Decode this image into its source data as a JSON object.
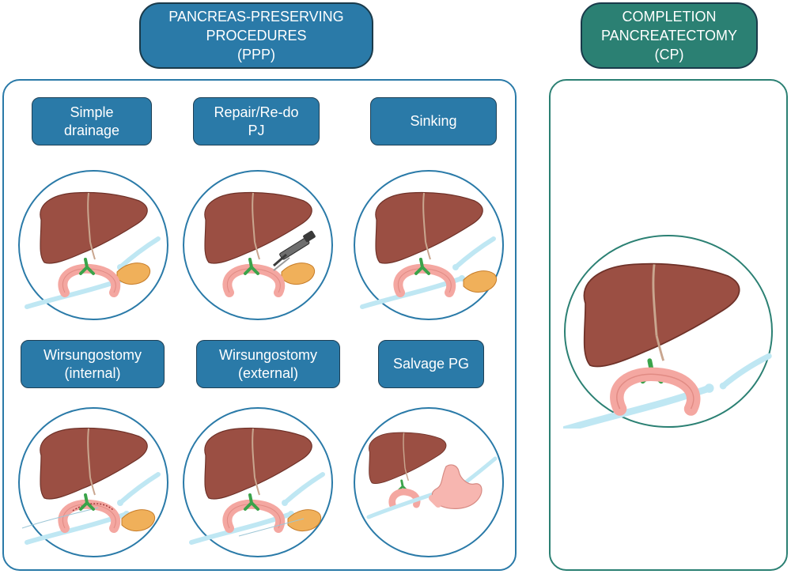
{
  "colors": {
    "ppp_blue": "#2a7aa8",
    "cp_teal": "#2b8073",
    "liver": "#9b4f43",
    "pancreas": "#f0b05a",
    "jejunum": "#f4a7a1",
    "drain": "#bfe7f3",
    "bile_duct": "#3aa34a"
  },
  "ppp": {
    "header": {
      "line1": "PANCREAS-PRESERVING",
      "line2": "PROCEDURES",
      "line3": "(PPP)"
    },
    "procedures": [
      {
        "line1": "Simple",
        "line2": "drainage",
        "icon": "liver-drainage-icon"
      },
      {
        "line1": "Repair/Re-do",
        "line2": "PJ",
        "icon": "liver-stapler-repair-icon"
      },
      {
        "line1": "Sinking",
        "line2": "",
        "icon": "liver-sinking-icon"
      },
      {
        "line1": "Wirsungostomy",
        "line2": "(internal)",
        "icon": "liver-internal-wirsungostomy-icon"
      },
      {
        "line1": "Wirsungostomy",
        "line2": "(external)",
        "icon": "liver-external-wirsungostomy-icon"
      },
      {
        "line1": "Salvage PG",
        "line2": "",
        "icon": "liver-stomach-salvage-icon"
      }
    ]
  },
  "cp": {
    "header": {
      "line1": "COMPLETION",
      "line2": "PANCREATECTOMY",
      "line3": "(CP)"
    },
    "icon": "liver-completion-pancreatectomy-icon"
  }
}
